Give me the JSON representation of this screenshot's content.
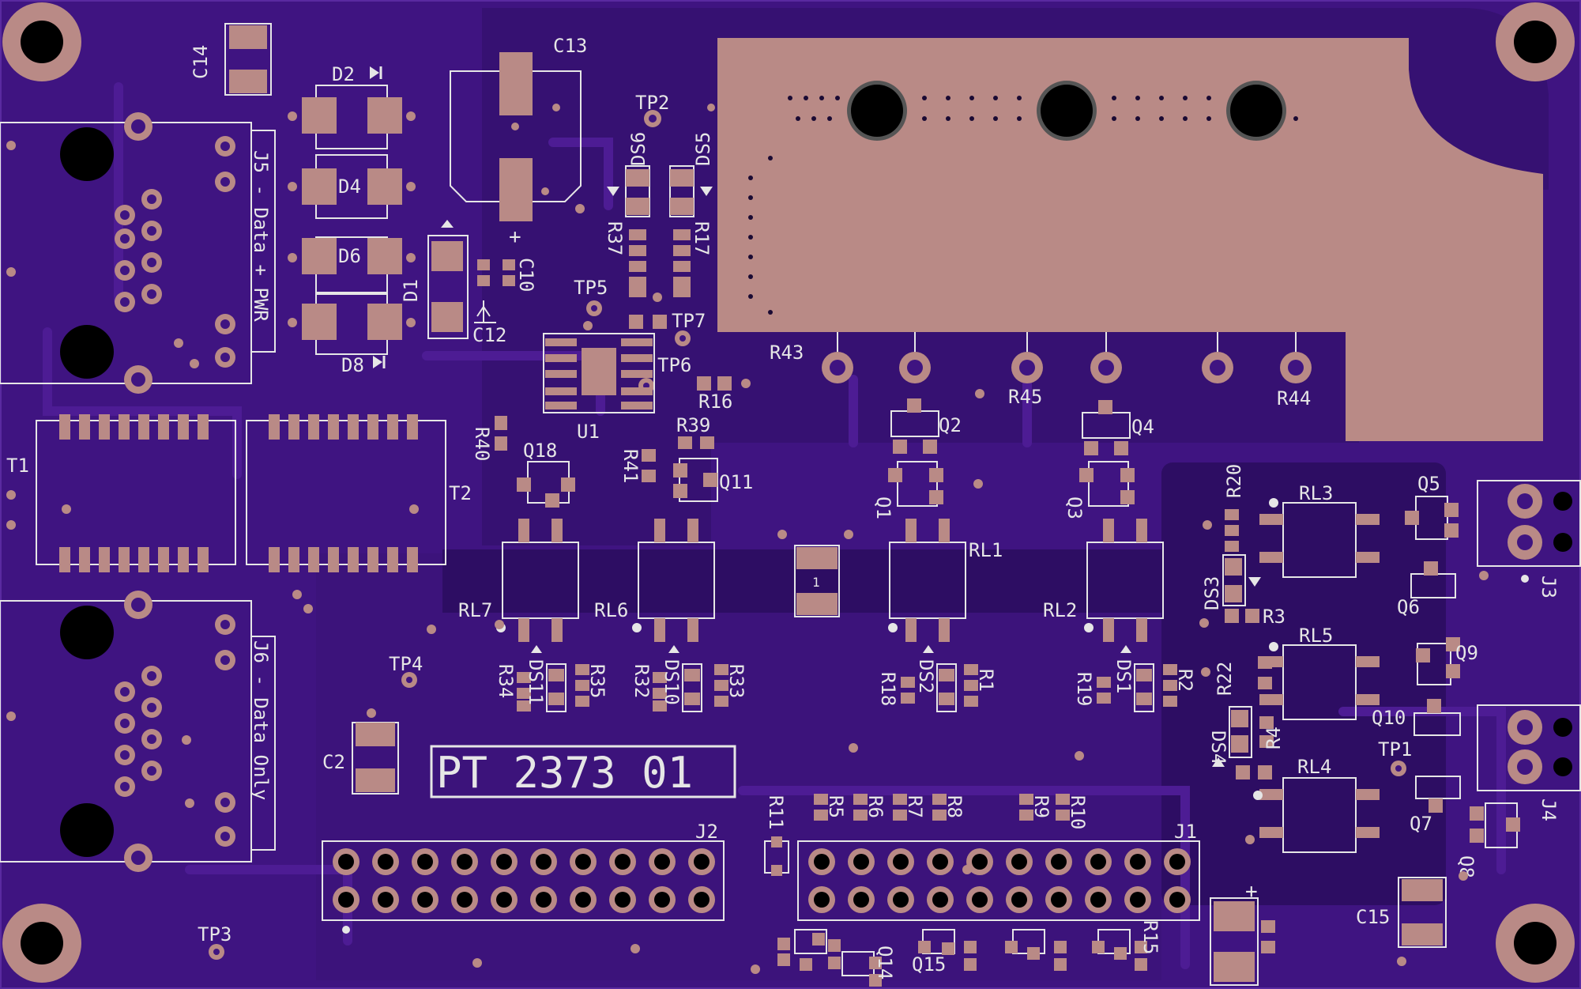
{
  "colors": {
    "board": "#3f1481",
    "board_dark": "#2d0d63",
    "trace": "#4d1c94",
    "pad": "#b98a86",
    "pad_edge": "#c79a92",
    "silk": "#e6e6e6",
    "hole": "#000000"
  },
  "part_number": "PT 2373 01",
  "labels": {
    "C14": "C14",
    "D2": "D2",
    "D4": "D4",
    "D6": "D6",
    "D8": "D8",
    "D1": "D1",
    "C13": "C13",
    "TP2": "TP2",
    "DS6": "DS6",
    "DS5": "DS5",
    "R37": "R37",
    "R17": "R17",
    "C10": "C10",
    "C12": "C12",
    "TP5": "TP5",
    "TP7": "TP7",
    "TP6": "TP6",
    "U1": "U1",
    "R16": "R16",
    "R43": "R43",
    "R45": "R45",
    "R44": "R44",
    "Q2": "Q2",
    "Q4": "Q4",
    "R40": "R40",
    "Q18": "Q18",
    "R39": "R39",
    "R41": "R41",
    "Q11": "Q11",
    "Q1": "Q1",
    "Q3": "Q3",
    "T1": "T1",
    "T2": "T2",
    "RL7": "RL7",
    "RL6": "RL6",
    "RL1": "RL1",
    "RL2": "RL2",
    "RL3": "RL3",
    "RL5": "RL5",
    "RL4": "RL4",
    "R20": "R20",
    "DS3": "DS3",
    "R3": "R3",
    "Q5": "Q5",
    "Q6": "Q6",
    "J3": "J3",
    "Q9": "Q9",
    "Q10": "Q10",
    "R22": "R22",
    "R4": "R4",
    "DS4": "DS4",
    "TP1": "TP1",
    "Q7": "Q7",
    "Q8": "Q8",
    "J4": "J4",
    "R34": "R34",
    "DS11": "DS11",
    "R35": "R35",
    "R32": "R32",
    "DS10": "DS10",
    "R33": "R33",
    "R18": "R18",
    "DS2": "DS2",
    "R1": "R1",
    "R19": "R19",
    "DS1": "DS1",
    "R2": "R2",
    "TP4": "TP4",
    "C2": "C2",
    "J2": "J2",
    "J1": "J1",
    "R11": "R11",
    "R5": "R5",
    "R6": "R6",
    "R7": "R7",
    "R8": "R8",
    "R9": "R9",
    "R10": "R10",
    "TP3": "TP3",
    "Q14": "Q14",
    "Q15": "Q15",
    "R15": "R15",
    "C15": "C15",
    "J5": "J5 - Data + PWR",
    "J6": "J6 - Data Only",
    "plus_c13": "+",
    "plus_c15": "+",
    "fuse": "1"
  }
}
